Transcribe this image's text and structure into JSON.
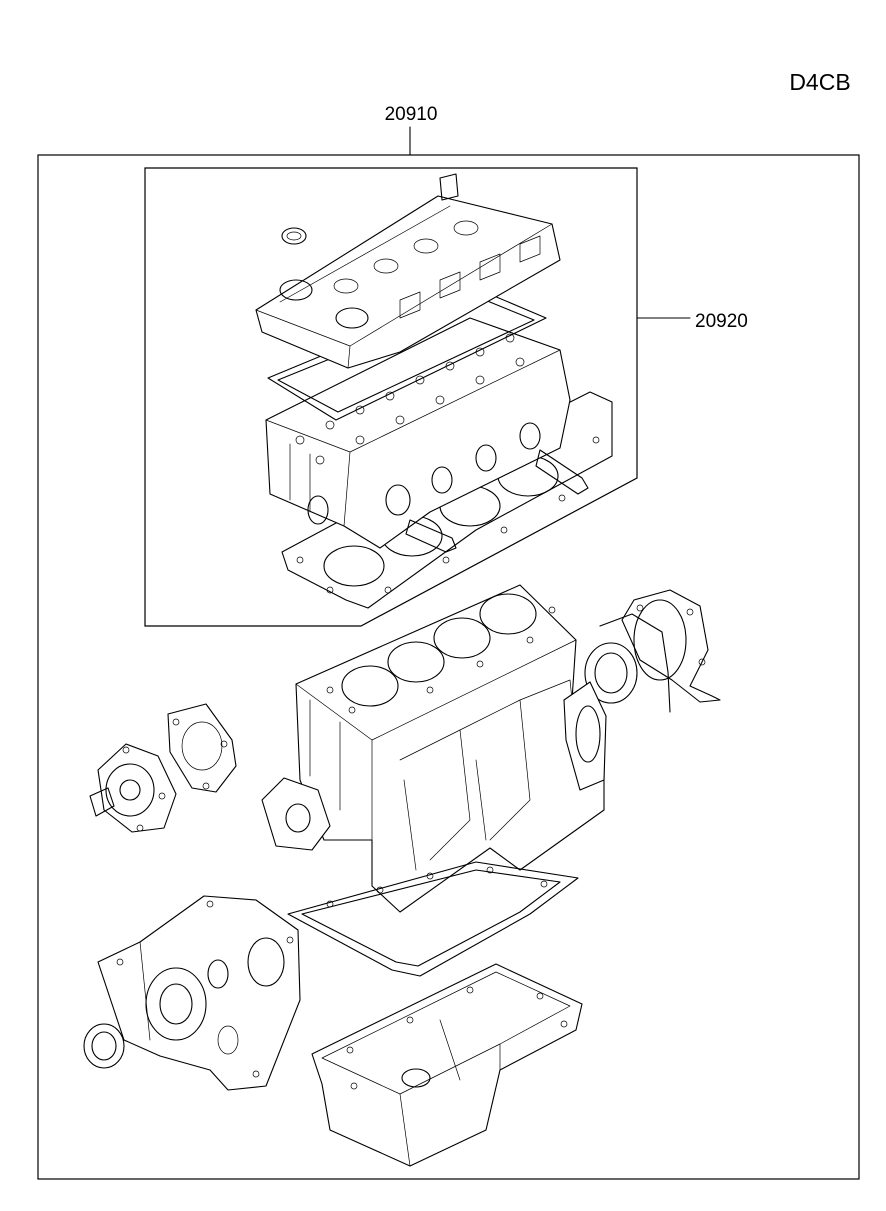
{
  "engine_code": "D4CB",
  "callouts": {
    "outer_kit": "20910",
    "inner_kit": "20920"
  },
  "parts": [
    "cylinder-head-cover",
    "cover-gasket",
    "cylinder-head",
    "head-gasket",
    "cylinder-block",
    "rear-oil-seal-case",
    "water-pump",
    "water-pump-gasket",
    "timing-case",
    "front-oil-seal",
    "oil-pan-gasket",
    "oil-pan"
  ]
}
